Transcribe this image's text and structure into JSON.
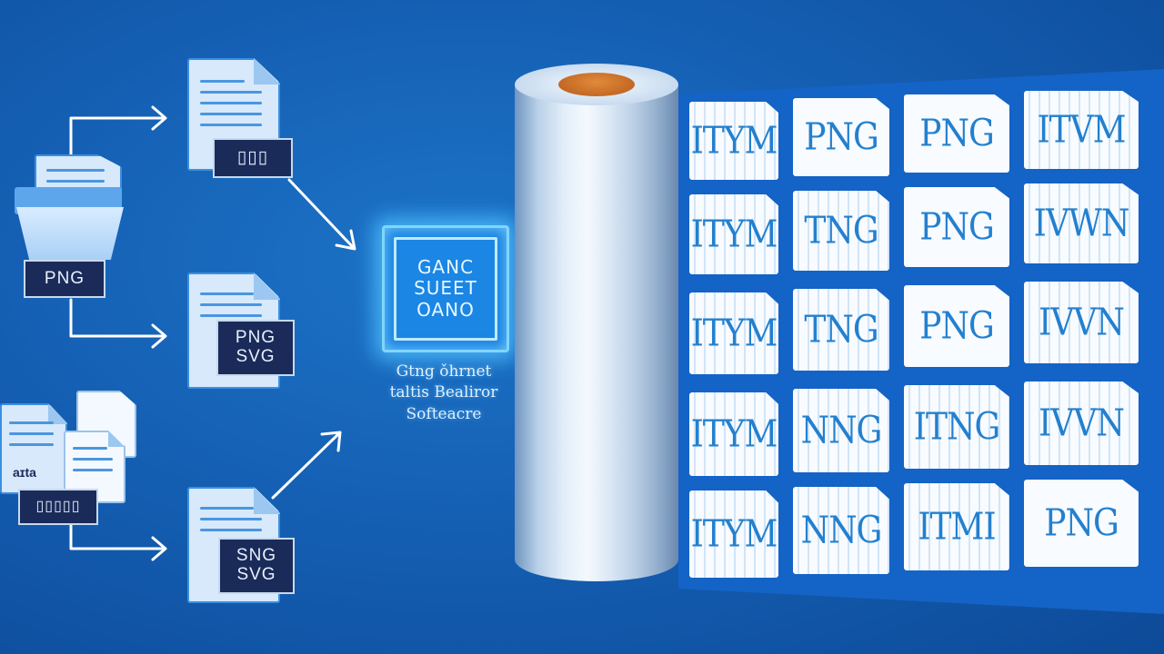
{
  "left_column": {
    "folder_label": "PNG",
    "doc_mid_label_line1": "PNG",
    "doc_mid_label_line2": "SVG",
    "doc_bottom_label_line1": "SNG",
    "doc_bottom_label_line2": "SVG",
    "top_doc_label": "▯▯▯",
    "lower_left_label": "▯▯▯▯▯",
    "lower_left_doc_text": "aɪta"
  },
  "converter": {
    "box_line1": "GANC",
    "box_line2": "SUEET",
    "box_line3": "OANO",
    "caption_line1": "Gtng ǒhrnet",
    "caption_line2": "taltis Bealiror",
    "caption_line3": "Softeacre"
  },
  "cards": [
    [
      "ITYM",
      "PNG",
      "PNG",
      "ITVM"
    ],
    [
      "ITYM",
      "TNG",
      "PNG",
      "IVWN"
    ],
    [
      "ITYM",
      "TNG",
      "PNG",
      "IVVN"
    ],
    [
      "ITYM",
      "NNG",
      "ITNG",
      "IVVN"
    ],
    [
      "ITYM",
      "NNG",
      "ITMI",
      "PNG"
    ]
  ],
  "colors": {
    "background": "#1560b4",
    "card_text": "#2380cf",
    "label_box": "#1a2b5a",
    "glow": "#7fd6ff",
    "cylinder_core": "#b85a1c"
  }
}
